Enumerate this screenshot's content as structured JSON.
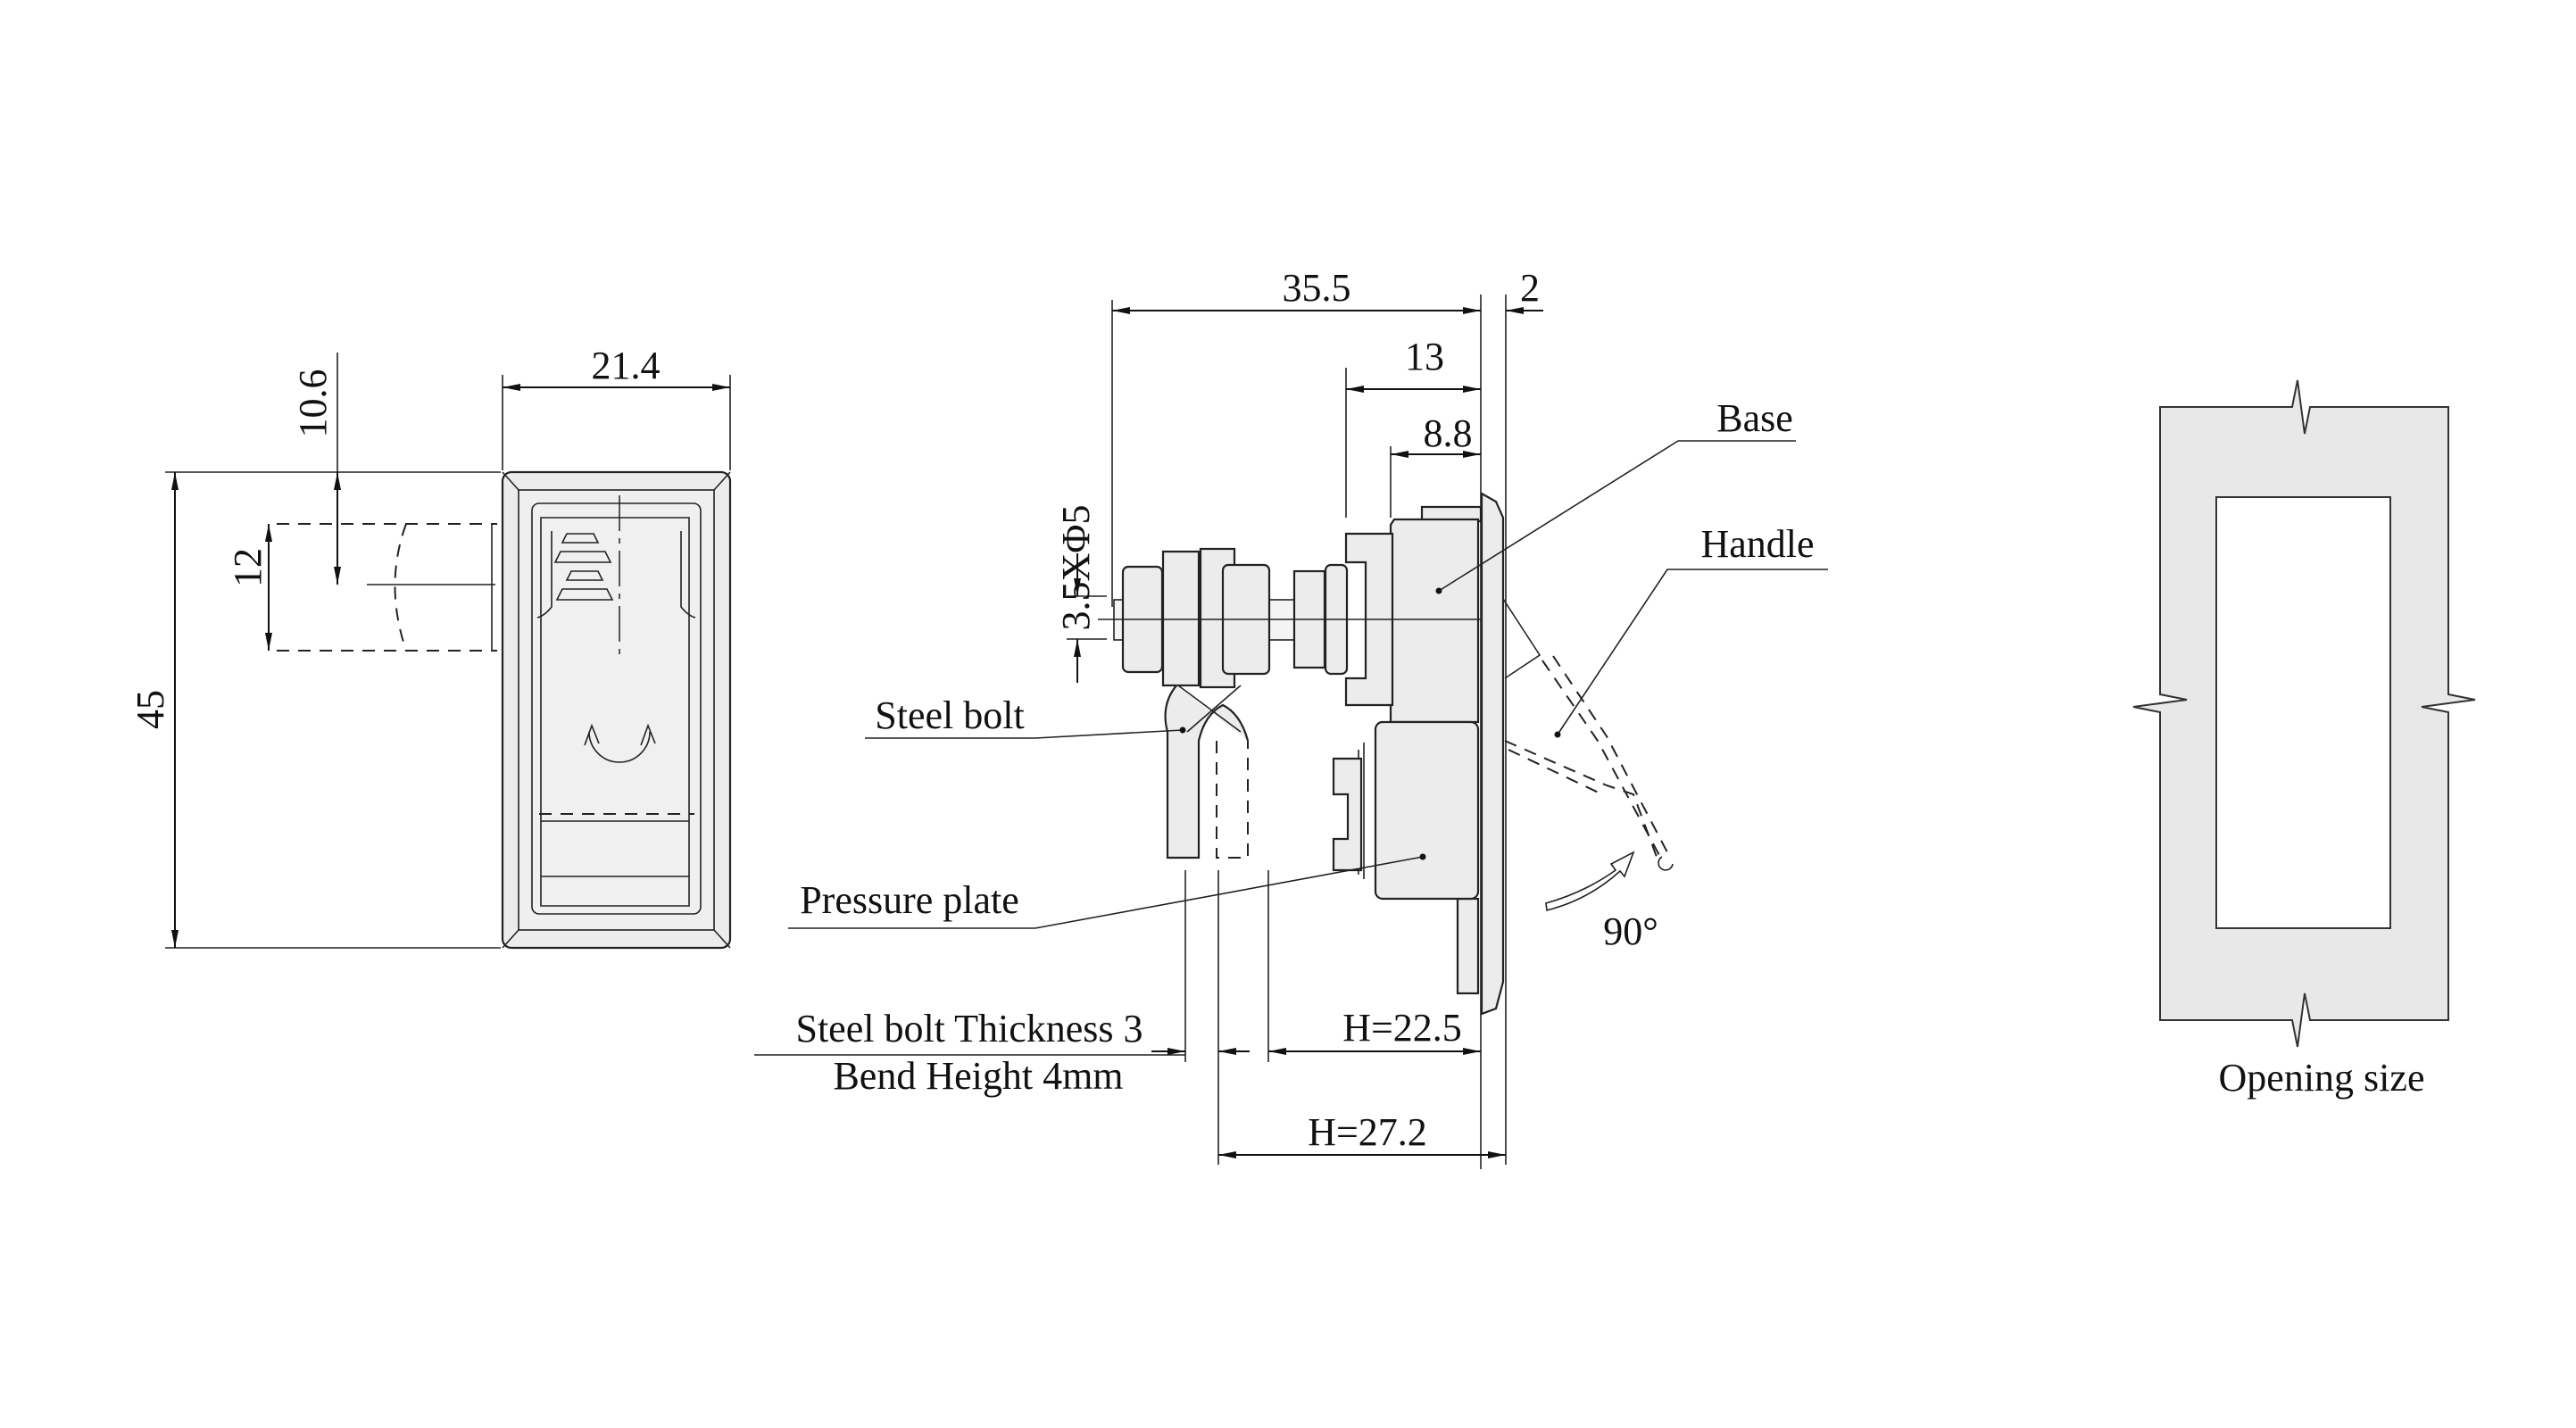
{
  "front_view": {
    "dim_width": "21.4",
    "dim_height": "45",
    "dim_offset": "10.6",
    "dim_cutout": "12"
  },
  "side_view": {
    "dim_total": "35.5",
    "dim_plate": "2",
    "dim_body": "13",
    "dim_base": "8.8",
    "dim_thread": "3.5XΦ5",
    "label_base": "Base",
    "label_handle": "Handle",
    "label_steel_bolt": "Steel bolt",
    "label_pressure_plate": "Pressure plate",
    "label_rotation": "90°",
    "note_thickness": "Steel bolt Thickness 3",
    "note_bend": "Bend Height 4mm",
    "dim_h1": "H=22.5",
    "dim_h2": "H=27.2"
  },
  "opening_view": {
    "label": "Opening size",
    "colors": {
      "fill": "#e8e8e8",
      "stroke": "#333333"
    }
  }
}
